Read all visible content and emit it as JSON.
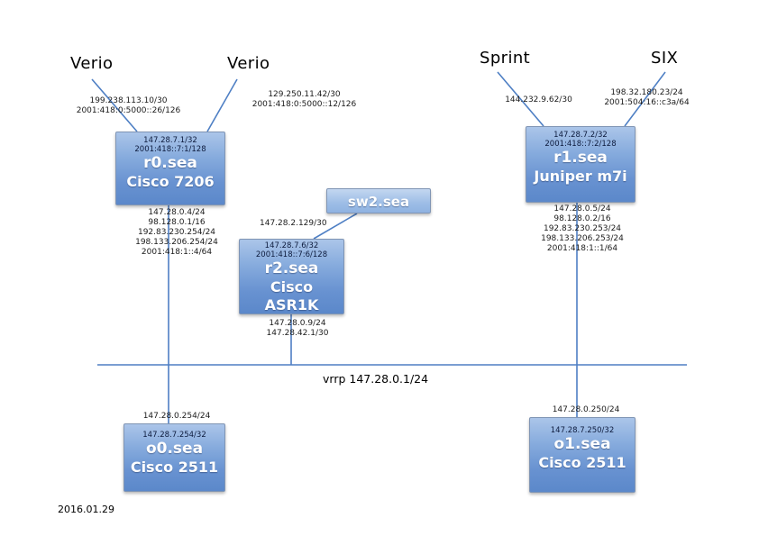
{
  "date": "2016.01.29",
  "bus_label": "vrrp 147.28.0.1/24",
  "uplinks": [
    {
      "label": "Verio",
      "addresses": [
        "199.238.113.10/30",
        "2001:418:0:5000::26/126"
      ]
    },
    {
      "label": "Verio",
      "addresses": [
        "129.250.11.42/30",
        "2001:418:0:5000::12/126"
      ]
    },
    {
      "label": "Sprint",
      "addresses": [
        "144.232.9.62/30"
      ]
    },
    {
      "label": "SIX",
      "addresses": [
        "198.32.180.23/24",
        "2001:504:16::c3a/64"
      ]
    }
  ],
  "nodes": {
    "r0": {
      "loopbacks": [
        "147.28.7.1/32",
        "2001:418::7:1/128"
      ],
      "name": "r0.sea",
      "model": "Cisco 7206",
      "interfaces": [
        "147.28.0.4/24",
        "98.128.0.1/16",
        "192.83.230.254/24",
        "198.133.206.254/24",
        "2001:418:1::4/64"
      ]
    },
    "r1": {
      "loopbacks": [
        "147.28.7.2/32",
        "2001:418::7:2/128"
      ],
      "name": "r1.sea",
      "model": "Juniper m7i",
      "interfaces": [
        "147.28.0.5/24",
        "98.128.0.2/16",
        "192.83.230.253/24",
        "198.133.206.253/24",
        "2001:418:1::1/64"
      ]
    },
    "sw2": {
      "name": "sw2.sea"
    },
    "r2": {
      "loopbacks": [
        "147.28.7.6/32",
        "2001:418::7:6/128"
      ],
      "name": "r2.sea",
      "model_line1": "Cisco",
      "model_line2": "ASR1K",
      "link_to_sw2": "147.28.2.129/30",
      "interfaces": [
        "147.28.0.9/24",
        "147.28.42.1/30"
      ]
    },
    "o0": {
      "lan_address": "147.28.0.254/24",
      "loopback": "147.28.7.254/32",
      "name": "o0.sea",
      "model": "Cisco 2511"
    },
    "o1": {
      "lan_address": "147.28.0.250/24",
      "loopback": "147.28.7.250/32",
      "name": "o1.sea",
      "model": "Cisco 2511"
    }
  }
}
